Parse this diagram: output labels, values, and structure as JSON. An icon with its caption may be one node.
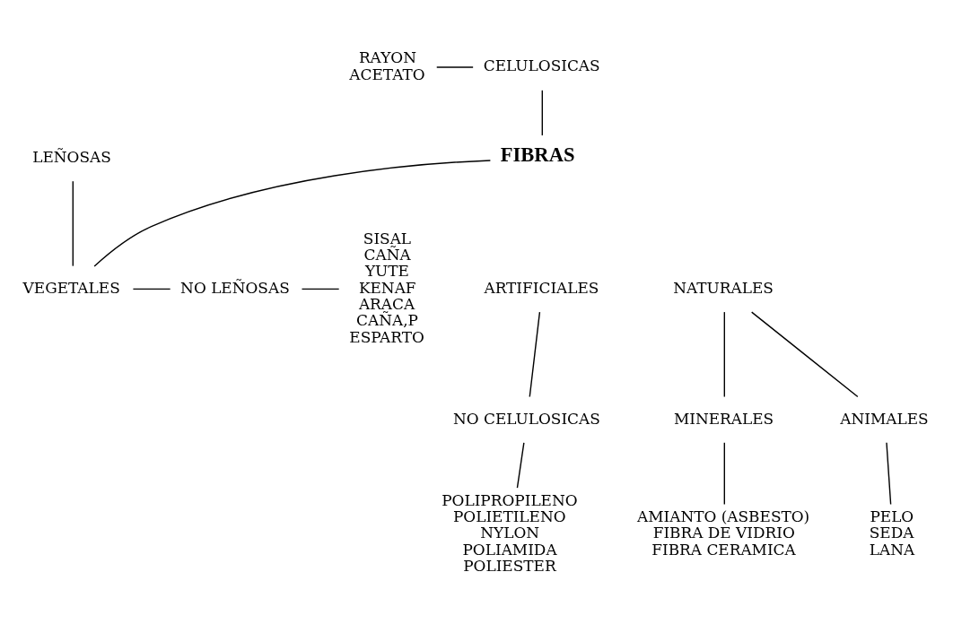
{
  "diagram": {
    "nodes": [
      {
        "text": [
          "LEÑOSAS"
        ]
      },
      {
        "text": [
          "VEGETALES"
        ]
      },
      {
        "text": [
          "NO LEÑOSAS"
        ]
      },
      {
        "text": [
          "SISAL",
          "CAÑA",
          "YUTE",
          "KENAF",
          "ARACA",
          "CAÑA,P",
          "ESPARTO"
        ]
      },
      {
        "text": [
          "RAYON",
          "ACETATO"
        ]
      },
      {
        "text": [
          "CELULOSICAS"
        ]
      },
      {
        "text": [
          "FIBRAS"
        ]
      },
      {
        "text": [
          "ARTIFICIALES"
        ]
      },
      {
        "text": [
          "NATURALES"
        ]
      },
      {
        "text": [
          "NO CELULOSICAS"
        ]
      },
      {
        "text": [
          "MINERALES"
        ]
      },
      {
        "text": [
          "ANIMALES"
        ]
      },
      {
        "text": [
          "POLIPROPILENO",
          "POLIETILENO",
          "NYLON",
          "POLIAMIDA",
          "POLIESTER"
        ]
      },
      {
        "text": [
          "AMIANTO (ASBESTO)",
          "FIBRA DE VIDRIO",
          "FIBRA CERAMICA"
        ]
      },
      {
        "text": [
          "PELO",
          "SEDA",
          "LANA"
        ]
      }
    ],
    "edges": [
      {
        "from": 0,
        "to": 1,
        "arrow": "none"
      },
      {
        "from": 1,
        "to": 2,
        "arrow": "none"
      },
      {
        "from": 2,
        "to": 3,
        "arrow": "none"
      },
      {
        "from": 4,
        "to": 5,
        "arrow": "none"
      },
      {
        "from": 5,
        "to": 6,
        "arrow": "none"
      },
      {
        "from": 6,
        "to": 1,
        "arrow": "none"
      },
      {
        "from": 7,
        "to": 9,
        "arrow": "none"
      },
      {
        "from": 8,
        "to": 10,
        "arrow": "none"
      },
      {
        "from": 8,
        "to": 11,
        "arrow": "none"
      },
      {
        "from": 9,
        "to": 12,
        "arrow": "none"
      },
      {
        "from": 10,
        "to": 13,
        "arrow": "none"
      },
      {
        "from": 11,
        "to": 14,
        "arrow": "none"
      }
    ]
  }
}
